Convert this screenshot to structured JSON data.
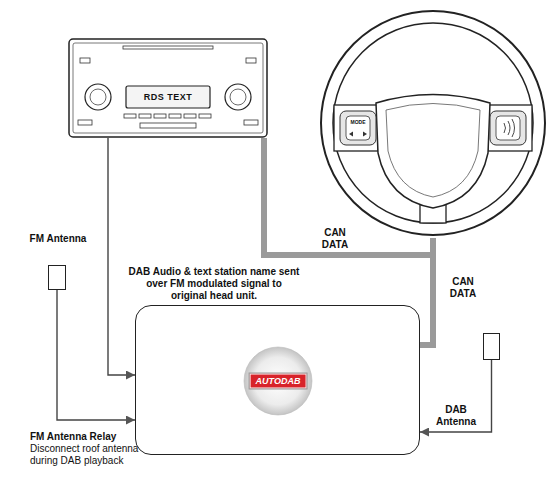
{
  "diagram": {
    "nodes": [
      {
        "text": [
          "RDS TEXT"
        ]
      },
      {
        "text": [
          "MODE"
        ]
      },
      {
        "text": [
          "FM Antenna"
        ]
      },
      {
        "text": [
          "AUTODAB"
        ]
      },
      {
        "text": [
          "DAB Antenna"
        ]
      }
    ],
    "edges": [
      {
        "from": 0,
        "to": 3,
        "arrow": "to",
        "label": "DAB Audio & text station name sent over FM modulated signal to original head unit."
      },
      {
        "from": 3,
        "to": 0,
        "arrow": "none",
        "label": "CAN DATA"
      },
      {
        "from": 3,
        "to": 1,
        "arrow": "none",
        "label": "CAN DATA"
      },
      {
        "from": 2,
        "to": 3,
        "arrow": "to"
      },
      {
        "from": 4,
        "to": 3,
        "arrow": "to"
      }
    ],
    "labels": [
      "FM Antenna Relay",
      "Disconnect roof antenna during DAB playback"
    ]
  }
}
